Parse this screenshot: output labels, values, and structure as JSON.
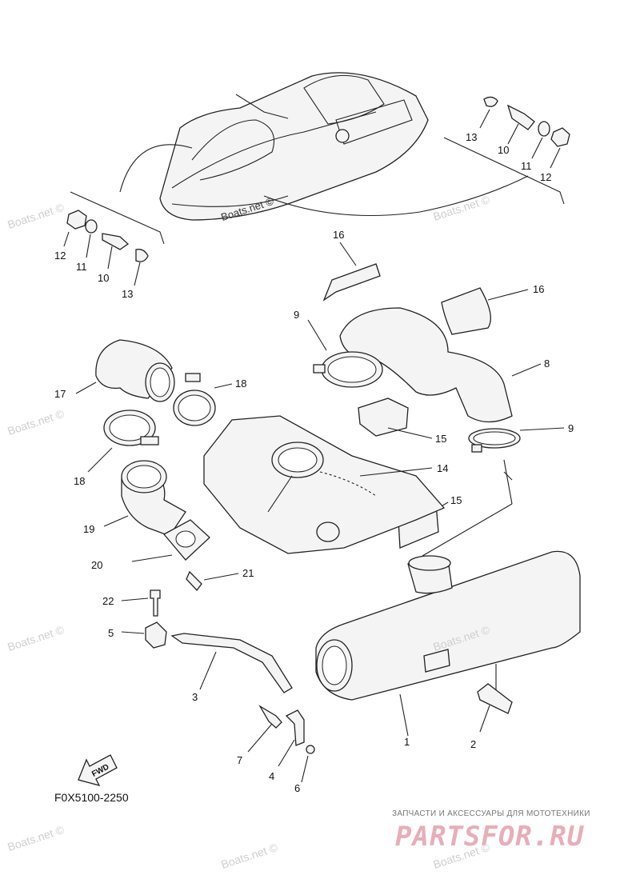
{
  "diagram": {
    "reference_code": "F0X5100-2250",
    "fwd_label": "FWD",
    "watermark_text": "Boats.net ©",
    "brand": {
      "tagline": "ЗАПЧАСТИ И АКСЕССУАРЫ ДЛЯ МОТОТЕХНИКИ",
      "logo": "PARTSFOR.RU",
      "logo_color": "#e8aeb7"
    },
    "callouts": [
      "1",
      "2",
      "3",
      "4",
      "5",
      "6",
      "7",
      "8",
      "9",
      "9",
      "10",
      "10",
      "11",
      "11",
      "12",
      "12",
      "13",
      "13",
      "14",
      "15",
      "15",
      "16",
      "16",
      "17",
      "18",
      "18",
      "19",
      "20",
      "21",
      "22"
    ]
  }
}
